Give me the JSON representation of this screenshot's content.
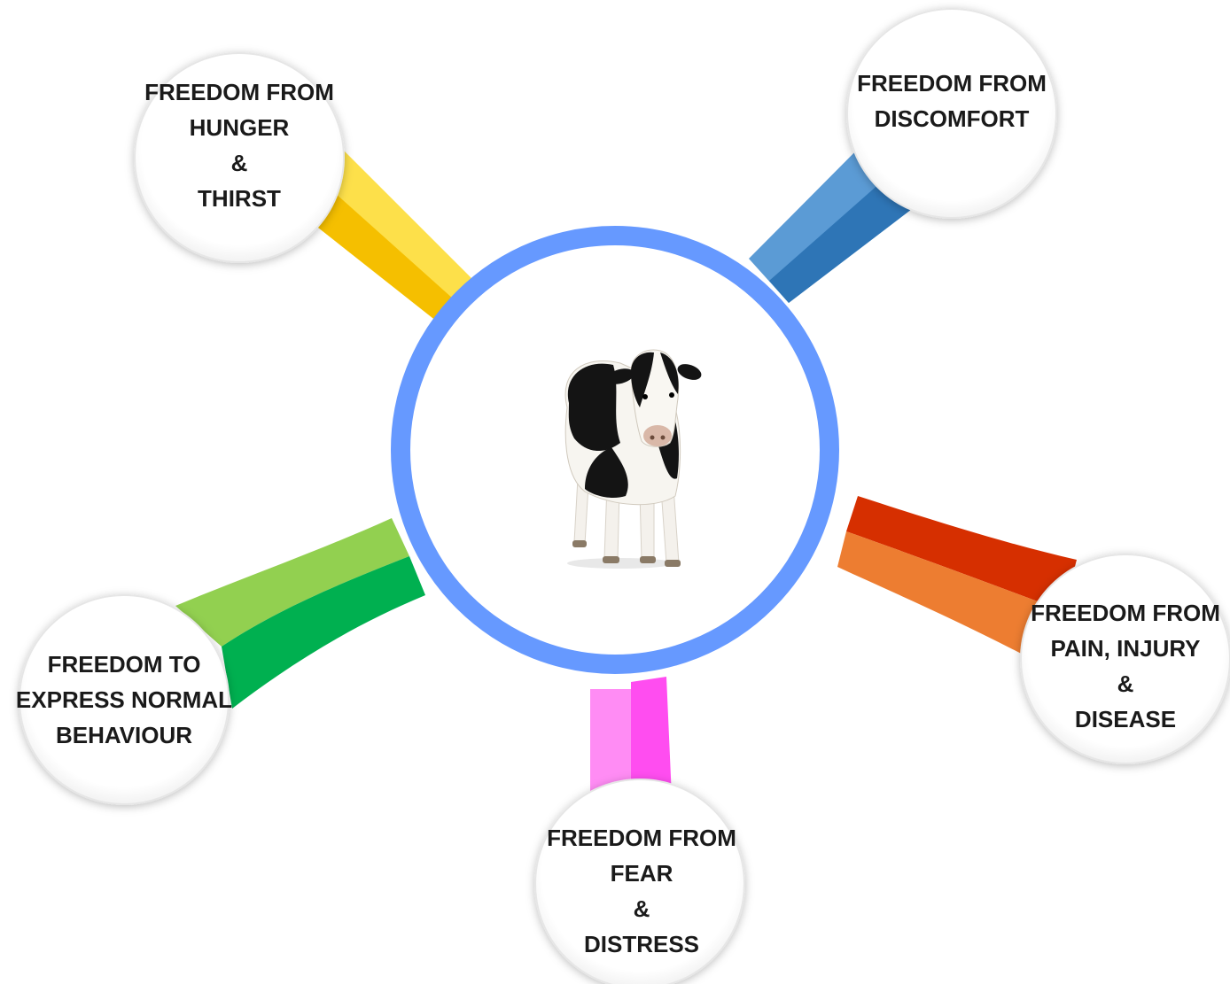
{
  "diagram": {
    "center": {
      "ring_color": "#6699ff",
      "image": "holstein-cow"
    },
    "freedoms": [
      {
        "id": "hunger",
        "lines": [
          "FREEDOM FROM",
          "HUNGER",
          "&",
          "THIRST"
        ],
        "colors": {
          "light": "#fde04a",
          "dark": "#f5bf00"
        }
      },
      {
        "id": "discomfort",
        "lines": [
          "FREEDOM FROM",
          "DISCOMFORT"
        ],
        "colors": {
          "light": "#5b9bd5",
          "dark": "#2e75b6"
        }
      },
      {
        "id": "pain",
        "lines": [
          "FREEDOM FROM",
          "PAIN, INJURY",
          "&",
          "DISEASE"
        ],
        "colors": {
          "light": "#ed7d31",
          "dark": "#d62f00"
        }
      },
      {
        "id": "fear",
        "lines": [
          "FREEDOM FROM",
          "FEAR",
          "&",
          "DISTRESS"
        ],
        "colors": {
          "light": "#ff8cf4",
          "dark": "#ff4df0"
        }
      },
      {
        "id": "behaviour",
        "lines": [
          "FREEDOM TO",
          "EXPRESS NORMAL",
          "BEHAVIOUR"
        ],
        "colors": {
          "light": "#92d050",
          "dark": "#00b050"
        }
      }
    ]
  }
}
